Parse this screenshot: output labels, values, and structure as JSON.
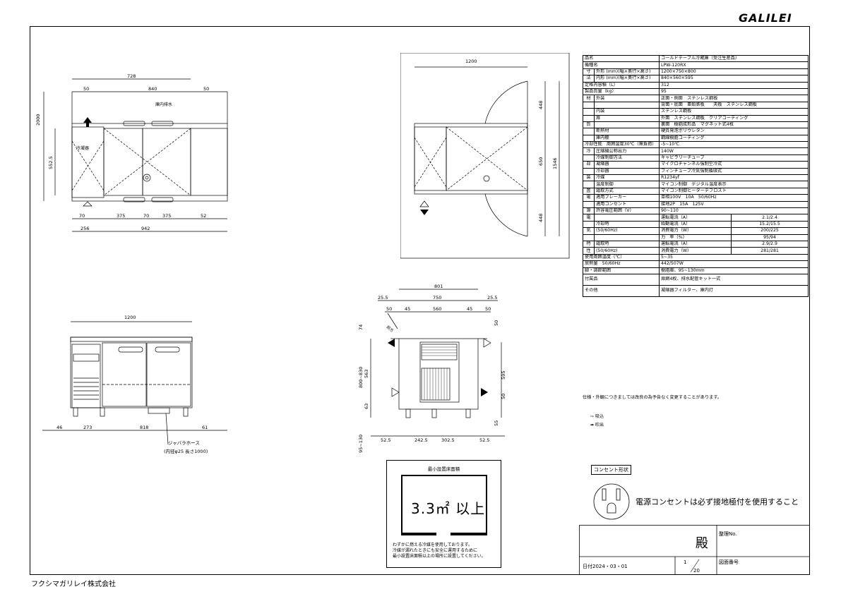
{
  "brand": "GALILEI",
  "company": "フクシマガリレイ株式会社",
  "top_view": {
    "dims_top": [
      "728",
      "840",
      "50",
      "50"
    ],
    "dims_bottom": [
      "70",
      "375",
      "70",
      "375",
      "52"
    ],
    "dims_bottom2": [
      "256",
      "942"
    ],
    "left_dims": [
      "2000",
      "552.5"
    ],
    "label_drain": "庫内排水",
    "label_condenser": "冷凝器"
  },
  "door_view": {
    "width": "1200",
    "dims_right": [
      "448",
      "650",
      "1546",
      "448"
    ]
  },
  "front_view": {
    "width": "1200",
    "bottom_dims": [
      "46",
      "273",
      "818",
      "61"
    ],
    "hose_label": "ジャバラホース",
    "hose_note": "(内径φ25 長さ1000)"
  },
  "side_view": {
    "top_dims": [
      "801",
      "25.5",
      "750",
      "25.5",
      "50",
      "45",
      "560",
      "45",
      "50"
    ],
    "left_dims": [
      "74",
      "563",
      "800~830",
      "63",
      "95~130"
    ],
    "right_dims": [
      "50",
      "595",
      "50",
      "55"
    ],
    "bottom_dims": [
      "52.5",
      "242.5",
      "302.5",
      "52.5"
    ],
    "note_tag": "前方"
  },
  "spec_rows": [
    {
      "a": "品名",
      "b": "",
      "v": "コールドテーブル冷蔵庫（受注生産品）"
    },
    {
      "a": "機種名",
      "b": "",
      "v": "LPW-120RX"
    },
    {
      "a": "寸",
      "b": "外形 (mm)(幅×奥行×高さ)",
      "v": "1200×750×800"
    },
    {
      "a": "法",
      "b": "内形 (mm)(幅×奥行×高さ)",
      "v": "840×560×595"
    },
    {
      "a": "定格内容積（L）",
      "b": "",
      "v": "312"
    },
    {
      "a": "製品質量（kg）",
      "b": "",
      "v": "95"
    },
    {
      "a": "材",
      "b": "外装",
      "v": "正面・側面　ステンレス鋼板"
    },
    {
      "a": "",
      "b": "",
      "v": "背面・底面　亜鉛鉄板　　天板　ステンレス鋼板"
    },
    {
      "a": "",
      "b": "内装",
      "v": "ステンレス鋼板"
    },
    {
      "a": "",
      "b": "扉",
      "v": "外面　ステンレス鋼板　クリアコーティング"
    },
    {
      "a": "質",
      "b": "",
      "v": "裏面　樹脂成形品　マグネット式4枚"
    },
    {
      "a": "",
      "b": "断熱材",
      "v": "硬質発泡ポリウレタン"
    },
    {
      "a": "",
      "b": "庫内棚",
      "v": "鋼線樹脂コーティング"
    },
    {
      "a": "冷却性能　周囲温度30℃（無負荷）",
      "b": "",
      "v": "-5~10℃"
    },
    {
      "a": "冷",
      "b": "圧縮機公称出力",
      "v": "140W"
    },
    {
      "a": "",
      "b": "冷媒制御方法",
      "v": "キャピラリーチューブ"
    },
    {
      "a": "却",
      "b": "凝縮器",
      "v": "マイクロチャンネル強制空冷式"
    },
    {
      "a": "",
      "b": "冷却器",
      "v": "フィンチューブ冷気強制循環式"
    },
    {
      "a": "装",
      "b": "冷媒",
      "v": "R1234yf"
    },
    {
      "a": "",
      "b": "温度制御",
      "v": "マイコン制御　デジタル温度表示"
    },
    {
      "a": "置",
      "b": "霜取方式",
      "v": "マイコン制御ヒーターデフロスト"
    },
    {
      "a": "電",
      "b": "適用ブレーカー",
      "v": "単相100V　10A　50/60Hz"
    },
    {
      "a": "",
      "b": "適用コンセント",
      "v": "接地2P　15A　125V"
    },
    {
      "a": "源",
      "b": "許容電圧範囲（V）",
      "v": "90~110"
    }
  ],
  "elec_rows": [
    {
      "a": "電",
      "b": "",
      "k": "運転電流（A）",
      "v": "2.1/2.4"
    },
    {
      "a": "",
      "b": "冷却時",
      "k": "始動電流（A）",
      "v": "15.2/15.5"
    },
    {
      "a": "気",
      "b": "(50/60Hz)",
      "k": "消費電力（W）",
      "v": "200/225"
    },
    {
      "a": "",
      "b": "",
      "k": "力　率（%）",
      "v": "95/94"
    },
    {
      "a": "特",
      "b": "霜取時",
      "k": "運転電流（A）",
      "v": "2.9/2.9"
    },
    {
      "a": "性",
      "b": "(50/60Hz)",
      "k": "消費電力（W）",
      "v": "281/281"
    }
  ],
  "tail_rows": [
    {
      "a": "使用周囲温度（℃）",
      "v": "5~35"
    },
    {
      "a": "放熱量　50/60Hz",
      "v": "442/507W"
    },
    {
      "a": "脚・調節範囲",
      "v": "樹脂脚、95~130mm"
    },
    {
      "a": "付属品",
      "v": "扉網4枚、排水配管キット一式"
    },
    {
      "a": "その他",
      "v": "凝縮器フィルター、庫内灯"
    }
  ],
  "spec_note": "仕様・外観につきましては改良の為予告なく変更することがあります。",
  "legend": {
    "intake": "吸込",
    "exhaust": "吹出"
  },
  "min_area": {
    "title": "最小設置床面積",
    "value": "3.3㎡ 以上",
    "note1": "わずかに燃える冷媒を使用しております。",
    "note2": "冷媒が漏れたときにも安全に運用するために",
    "note3": "最小設置床面積以上の場所に設置してください。"
  },
  "outlet": {
    "label": "コンセント形状",
    "text": "電源コンセントは必ず接地極付を使用すること"
  },
  "title_block": {
    "honorific": "殿",
    "mgmt_no": "整理No.",
    "date": "日付2024・03・01",
    "scale_num": "1",
    "scale_den": "20",
    "drawing_no": "図面番号"
  }
}
